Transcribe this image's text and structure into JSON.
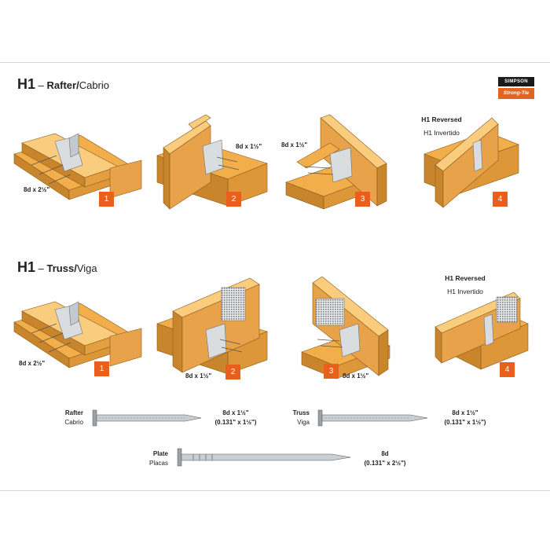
{
  "sections": [
    {
      "code": "H1",
      "dash": "–",
      "en": "Rafter",
      "sep": "/",
      "es": "Cabrio"
    },
    {
      "code": "H1",
      "dash": "–",
      "en": "Truss",
      "sep": "/",
      "es": "Viga"
    }
  ],
  "brand": {
    "top": "SIMPSON",
    "bottom": "Strong-Tie",
    "accent": "#e8601c"
  },
  "reversed": {
    "en": "H1 Reversed",
    "es": "H1 Invertido"
  },
  "badges": [
    "1",
    "2",
    "3",
    "4"
  ],
  "nail_callouts": {
    "rafter_1": "8d x 2½\"",
    "rafter_2": "8d x 1½\"",
    "rafter_3": "8d x 1½\"",
    "truss_1": "8d x 2½\"",
    "truss_2": "8d x 1½\"",
    "truss_3": "8d x 1½\""
  },
  "nails": [
    {
      "en": "Rafter",
      "es": "Cabrio",
      "size": "8d x 1½\"",
      "dims": "(0.131\" x 1½\")"
    },
    {
      "en": "Truss",
      "es": "Viga",
      "size": "8d x 1½\"",
      "dims": "(0.131\" x 1½\")"
    },
    {
      "en": "Plate",
      "es": "Placas",
      "size": "8d",
      "dims": "(0.131\" x 2½\")"
    }
  ],
  "colors": {
    "wood": "#f2ae4a",
    "wood_dark": "#c9852c",
    "wood_light": "#f9cc7e",
    "steel": "#d9dde0",
    "steel_dark": "#8a9096"
  }
}
